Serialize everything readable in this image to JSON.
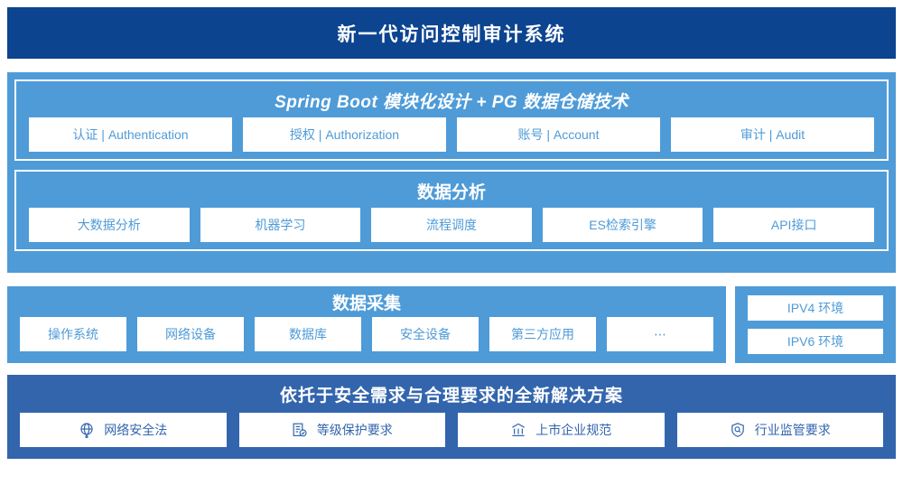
{
  "header": {
    "title": "新一代访问控制审计系统"
  },
  "application_layer": {
    "groups": [
      {
        "title": "Spring Boot 模块化设计 + PG 数据仓储技术",
        "italic": true,
        "cards": [
          "认证 | Authentication",
          "授权 | Authorization",
          "账号 | Account",
          "审计 | Audit"
        ]
      },
      {
        "title": "数据分析",
        "italic": false,
        "cards": [
          "大数据分析",
          "机器学习",
          "流程调度",
          "ES检索引擎",
          "API接口"
        ]
      }
    ]
  },
  "collection_layer": {
    "title": "数据采集",
    "cards": [
      "操作系统",
      "网络设备",
      "数据库",
      "安全设备",
      "第三方应用",
      "⋯"
    ],
    "environments": [
      "IPV4 环境",
      "IPV6 环境"
    ]
  },
  "compliance_layer": {
    "title": "依托于安全需求与合理要求的全新解决方案",
    "items": [
      {
        "label": "网络安全法",
        "icon": "globe-icon"
      },
      {
        "label": "等级保护要求",
        "icon": "document-check-icon"
      },
      {
        "label": "上市企业规范",
        "icon": "bank-icon"
      },
      {
        "label": "行业监管要求",
        "icon": "shield-search-icon"
      }
    ]
  },
  "colors": {
    "header_navy": "#0c4490",
    "panel_blue": "#4e9bd8",
    "bottom_blue": "#3365ad",
    "card_white": "#ffffff"
  }
}
